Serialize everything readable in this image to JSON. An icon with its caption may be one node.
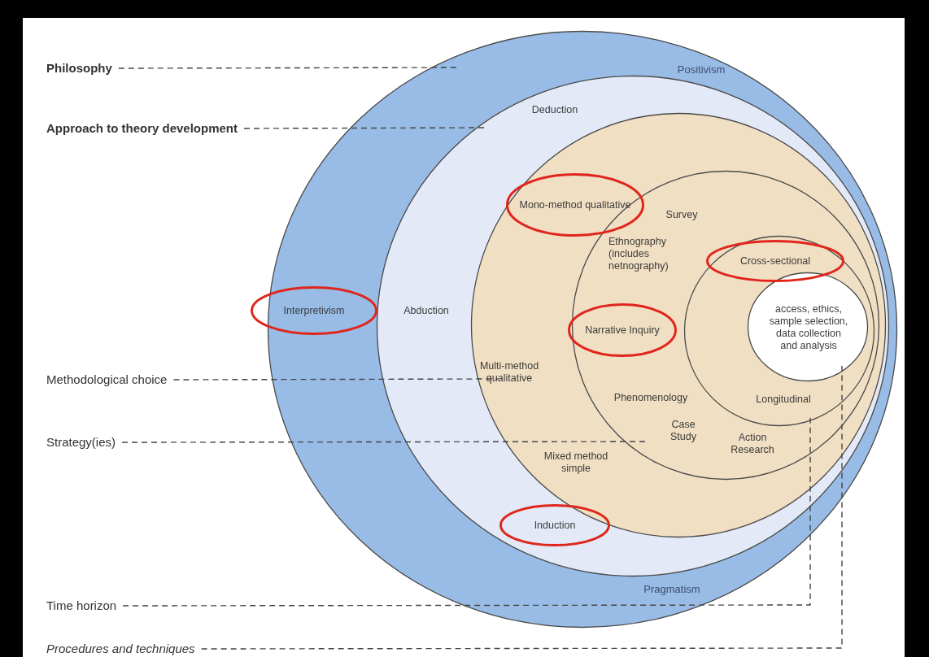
{
  "diagram": {
    "nodes": [
      {
        "text": [
          "Philosophy"
        ]
      },
      {
        "text": [
          "Approach to theory development"
        ]
      },
      {
        "text": [
          "Methodological choice"
        ]
      },
      {
        "text": [
          "Strategy(ies)"
        ]
      },
      {
        "text": [
          "Time horizon"
        ]
      },
      {
        "text": [
          "Procedures and techniques"
        ]
      },
      {
        "text": [
          "Positivism",
          "Pragmatism"
        ]
      },
      {
        "text": [
          "Interpretivism"
        ]
      },
      {
        "text": [
          "Deduction",
          "Abduction"
        ],
        "in": 6
      },
      {
        "text": [
          "Induction"
        ],
        "in": 8
      },
      {
        "text": [
          "Multi-method qualitative",
          "Mixed method simple"
        ],
        "in": 8
      },
      {
        "text": [
          "Mono-method qualitative"
        ],
        "in": 10
      },
      {
        "text": [
          "Survey",
          "Ethnography (includes netnography)",
          "Phenomenology",
          "Case Study",
          "Action Research"
        ],
        "in": 10
      },
      {
        "text": [
          "Narrative Inquiry"
        ],
        "in": 12
      },
      {
        "text": [
          "Longitudinal"
        ],
        "in": 12
      },
      {
        "text": [
          "Cross-sectional"
        ],
        "in": 14
      },
      {
        "text": [
          "access, ethics, sample selection, data collection and analysis"
        ],
        "in": 14
      }
    ],
    "edges": [
      {
        "from": 0,
        "to": 6,
        "arrow": "none",
        "style": "dashed"
      },
      {
        "from": 1,
        "to": 8,
        "arrow": "none",
        "style": "dashed"
      },
      {
        "from": 2,
        "to": 10,
        "arrow": "none",
        "style": "dashed"
      },
      {
        "from": 3,
        "to": 12,
        "arrow": "none",
        "style": "dashed"
      },
      {
        "from": 4,
        "to": 14,
        "arrow": "none",
        "style": "dashed"
      },
      {
        "from": 5,
        "to": 16,
        "arrow": "none",
        "style": "dashed"
      }
    ]
  }
}
